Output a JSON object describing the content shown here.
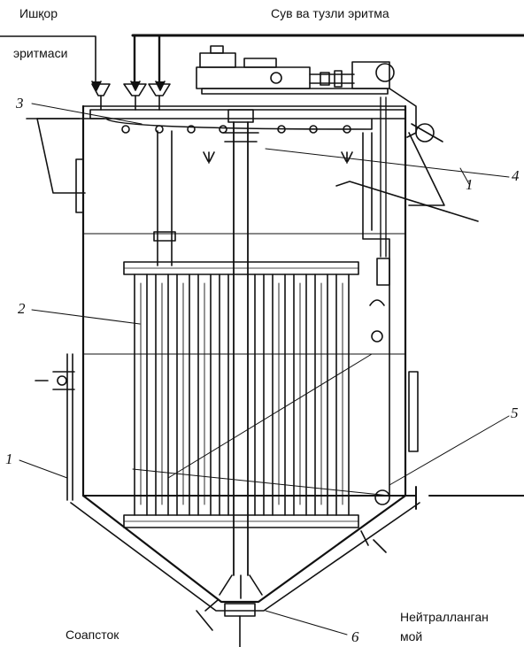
{
  "labels": {
    "alkali_line1": "Ишқор",
    "alkali_line2": "эритмаси",
    "water_salt": "Сув ва тузли эритма",
    "soapstock": "Соапсток",
    "neutral_line1": "Нейтралланган",
    "neutral_line2": "мой"
  },
  "callouts": {
    "c1_left": "1",
    "c1_right": "1",
    "c2": "2",
    "c3": "3",
    "c4": "4",
    "c5": "5",
    "c6": "6"
  },
  "colors": {
    "ink": "#111111",
    "paper": "#ffffff"
  }
}
